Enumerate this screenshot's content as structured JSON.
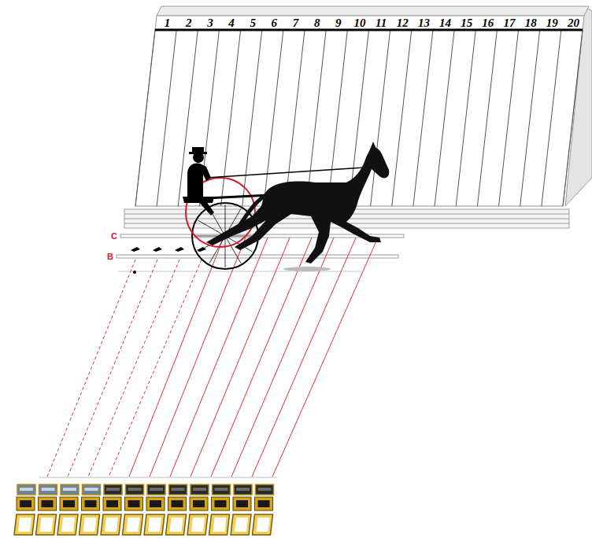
{
  "diagram": {
    "labels": [
      "1",
      "2",
      "3",
      "4",
      "5",
      "6",
      "7",
      "8",
      "9",
      "10",
      "11",
      "12",
      "13",
      "14",
      "15",
      "16",
      "17",
      "18",
      "19",
      "20",
      "C",
      "B"
    ]
  }
}
